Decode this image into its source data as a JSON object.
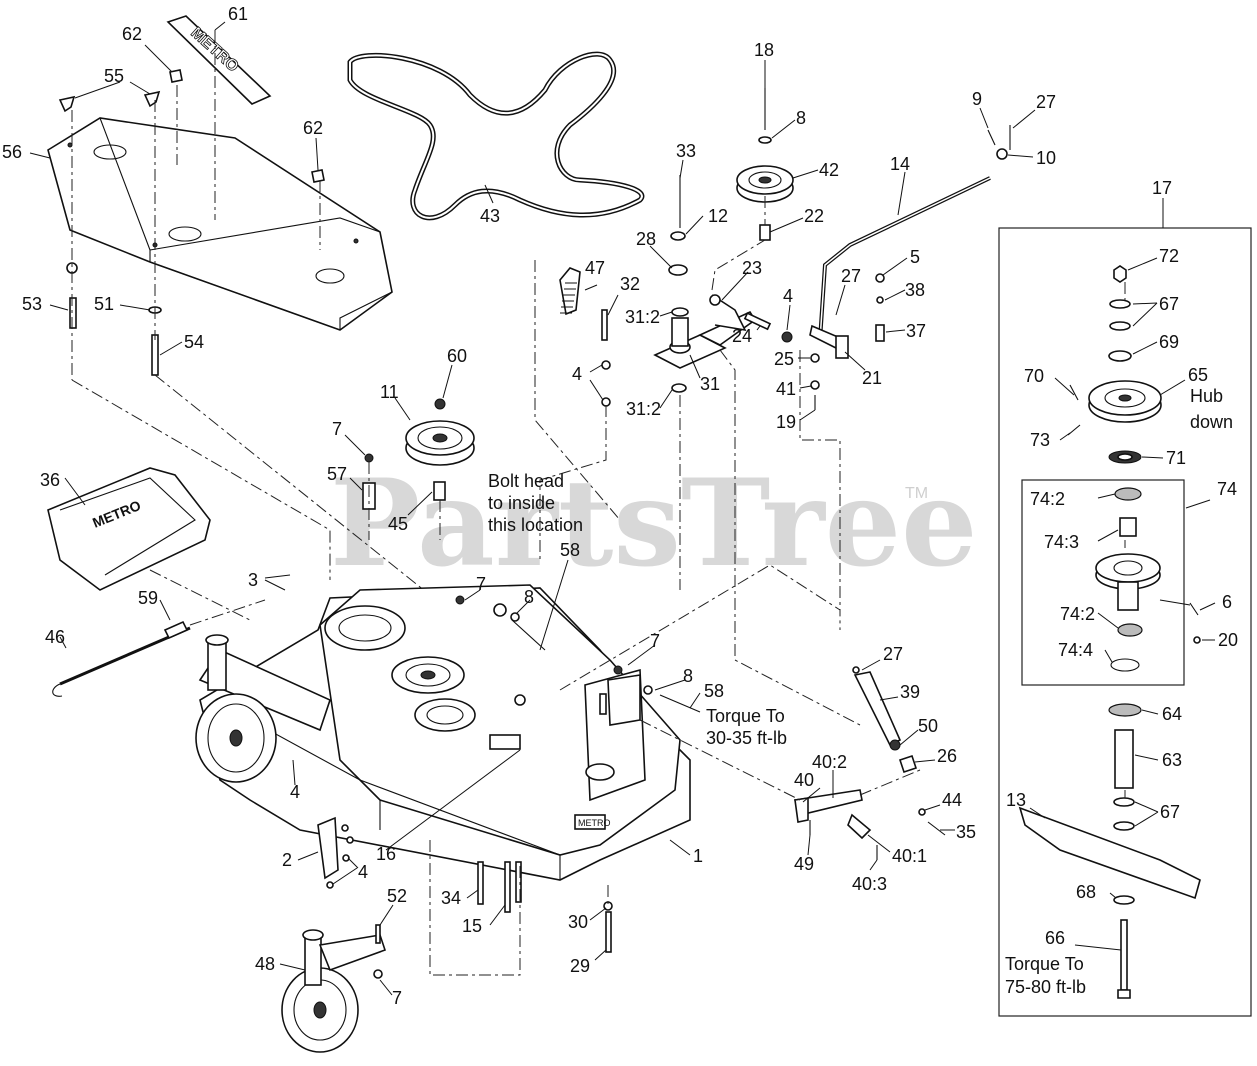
{
  "watermark": {
    "text": "PartsTree",
    "mark": "TM"
  },
  "logos": {
    "cover": "METRO",
    "deck_shield": "METRO"
  },
  "notes": {
    "bolt_head": [
      "Bolt head",
      "to inside",
      "this location"
    ],
    "torque_58": [
      "Torque To",
      "30-35 ft-lb"
    ],
    "torque_66": [
      "Torque To",
      "75-80 ft-lb"
    ],
    "hub_down": [
      "Hub",
      "down"
    ]
  },
  "callouts": {
    "c1": "1",
    "c2": "2",
    "c3": "3",
    "c4a": "4",
    "c4b": "4",
    "c4c": "4",
    "c4d": "4",
    "c5": "5",
    "c6": "6",
    "c7a": "7",
    "c7b": "7",
    "c7c": "7",
    "c7d": "7",
    "c8a": "8",
    "c8b": "8",
    "c8c": "8",
    "c9": "9",
    "c10": "10",
    "c11": "11",
    "c12": "12",
    "c13": "13",
    "c14": "14",
    "c15": "15",
    "c16": "16",
    "c17": "17",
    "c18": "18",
    "c19": "19",
    "c20": "20",
    "c21": "21",
    "c22": "22",
    "c23": "23",
    "c24": "24",
    "c25": "25",
    "c26": "26",
    "c27a": "27",
    "c27b": "27",
    "c27c": "27",
    "c28": "28",
    "c29": "29",
    "c30": "30",
    "c31": "31",
    "c31_2a": "31:2",
    "c31_2b": "31:2",
    "c32": "32",
    "c33": "33",
    "c34": "34",
    "c35": "35",
    "c36": "36",
    "c37": "37",
    "c38": "38",
    "c39": "39",
    "c40": "40",
    "c40_1": "40:1",
    "c40_2": "40:2",
    "c40_3": "40:3",
    "c41": "41",
    "c42": "42",
    "c43": "43",
    "c44": "44",
    "c45": "45",
    "c46": "46",
    "c47": "47",
    "c48": "48",
    "c49": "49",
    "c50": "50",
    "c51": "51",
    "c52": "52",
    "c53": "53",
    "c54": "54",
    "c55": "55",
    "c56": "56",
    "c57": "57",
    "c58a": "58",
    "c58b": "58",
    "c59": "59",
    "c60": "60",
    "c61": "61",
    "c62a": "62",
    "c62b": "62",
    "c63": "63",
    "c64": "64",
    "c65": "65",
    "c66": "66",
    "c67a": "67",
    "c67b": "67",
    "c68": "68",
    "c69": "69",
    "c70": "70",
    "c71": "71",
    "c72": "72",
    "c73": "73",
    "c74": "74",
    "c74_2a": "74:2",
    "c74_2b": "74:2",
    "c74_3": "74:3",
    "c74_4": "74:4"
  }
}
